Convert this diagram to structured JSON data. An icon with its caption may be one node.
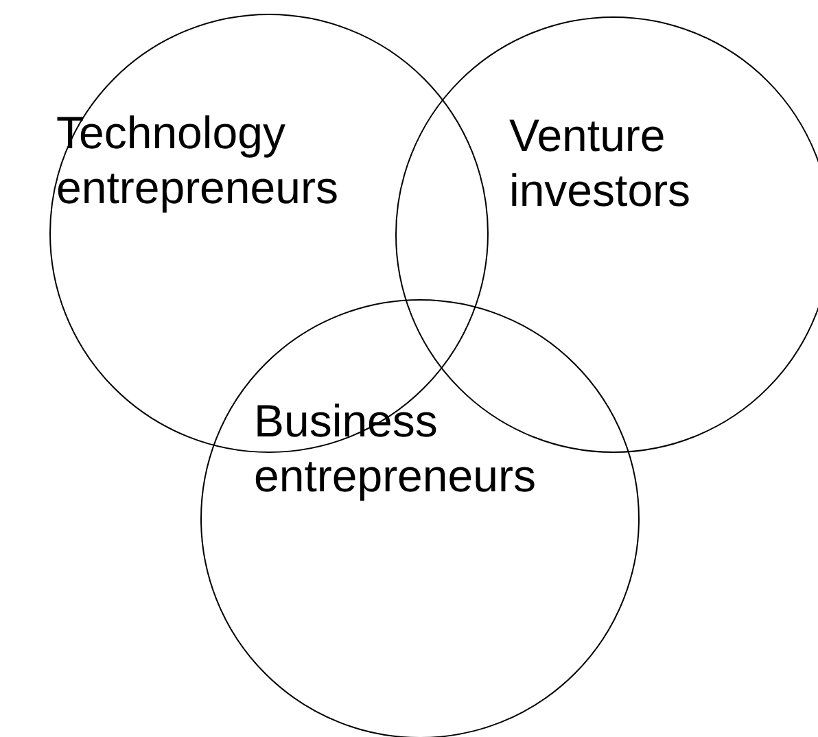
{
  "diagram": {
    "nodes": [
      {
        "text": [
          "Technology entrepreneurs"
        ]
      },
      {
        "text": [
          "Venture investors"
        ]
      },
      {
        "text": [
          "Business entrepreneurs"
        ]
      }
    ]
  }
}
